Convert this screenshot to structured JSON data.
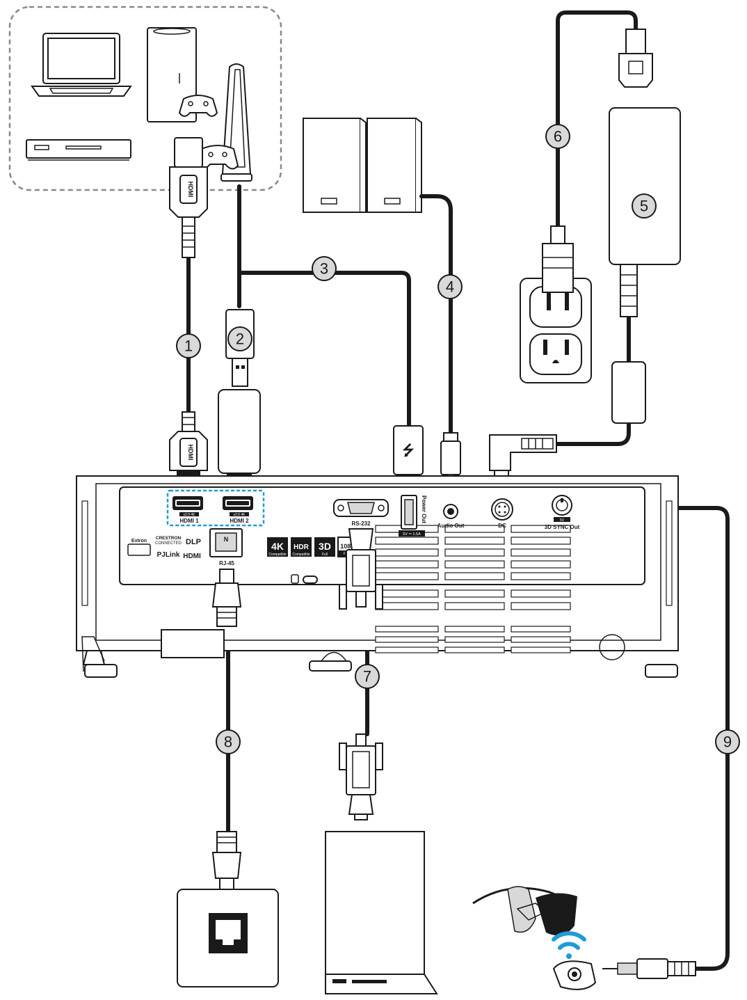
{
  "ports": {
    "hdmi1": "HDMI 1",
    "hdmi2": "HDMI 2",
    "hdmi_spec": "v2.0 4K",
    "rs232": "RS-232",
    "power_out": "Power Out",
    "power_out_spec": "5V ⎓ 1.5A",
    "audio_out": "Audio Out",
    "dc": "DC",
    "sync_spec": "5V",
    "sync": "3D SYNC Out",
    "rj45": "RJ-45"
  },
  "logos": {
    "extron": "Extron",
    "crestron": "CRESTRON",
    "crestron_sub": "CONNECTED",
    "dlp": "DLP",
    "pjlink": "PJLink",
    "hdmi": "HDMI",
    "k4": "4K",
    "k4_sub": "Compatible",
    "hdr": "HDR",
    "hdr_sub": "Compatible",
    "d3": "3D",
    "d3_sub": "Full",
    "fhd": "1080p",
    "fhd_sub": "Full HD"
  },
  "callouts": [
    "1",
    "2",
    "3",
    "4",
    "5",
    "6",
    "7",
    "8",
    "9"
  ],
  "colors": {
    "accent_dashed_box": "#1f9bd7",
    "asterisk": "#e2231a",
    "wireless": "#1f9bd7"
  }
}
